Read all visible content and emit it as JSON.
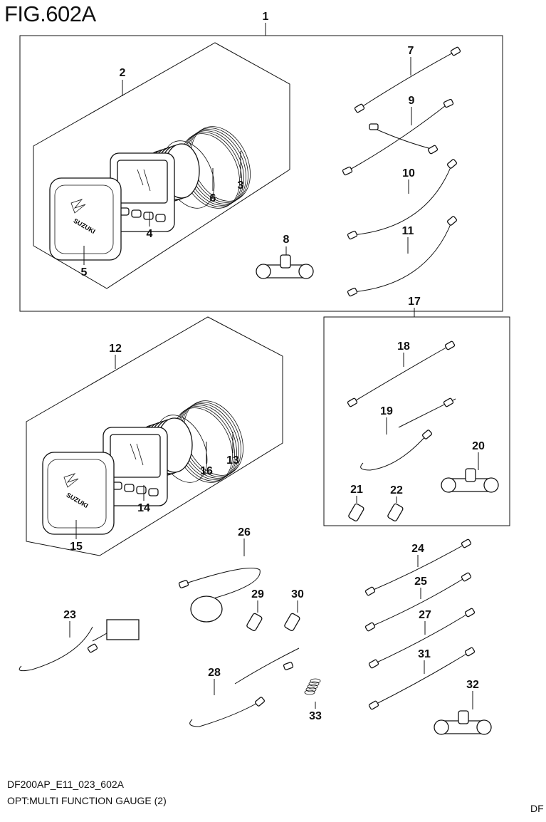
{
  "figure": {
    "title": "FIG.602A",
    "code": "DF200AP_E11_023_602A",
    "caption": "OPT:MULTI FUNCTION GAUGE (2)",
    "corner_text": "DF"
  },
  "callouts": [
    "1",
    "2",
    "3",
    "4",
    "5",
    "6",
    "7",
    "8",
    "9",
    "10",
    "11",
    "12",
    "13",
    "14",
    "15",
    "16",
    "17",
    "18",
    "19",
    "20",
    "21",
    "22",
    "23",
    "24",
    "25",
    "26",
    "27",
    "28",
    "29",
    "30",
    "31",
    "32",
    "33"
  ],
  "logo_text": "SUZUKI"
}
